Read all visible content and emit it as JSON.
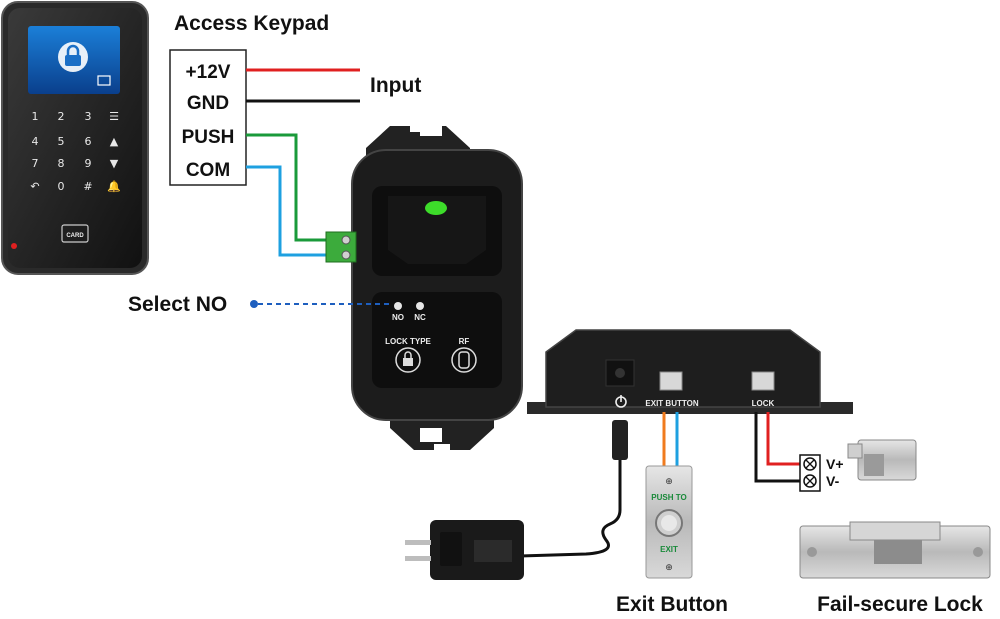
{
  "keypad": {
    "title": "Access Keypad",
    "keys": [
      "1",
      "2",
      "3",
      "☰",
      "4",
      "5",
      "6",
      "▲",
      "7",
      "8",
      "9",
      "▼",
      "↶",
      "0",
      "#",
      "🔔"
    ],
    "card_label": "CARD"
  },
  "terminals": {
    "items": [
      {
        "label": "+12V",
        "wire_color": "#e02020"
      },
      {
        "label": "GND",
        "wire_color": "#111111"
      },
      {
        "label": "PUSH",
        "wire_color": "#1a9a3a"
      },
      {
        "label": "COM",
        "wire_color": "#1ea0e0"
      }
    ],
    "input_label": "Input"
  },
  "receiver": {
    "no_label": "NO",
    "nc_label": "NC",
    "lock_type_label": "LOCK TYPE",
    "rf_label": "RF",
    "led_color": "#3ddc2a"
  },
  "select_no_label": "Select NO",
  "controller": {
    "exit_port_label": "EXIT BUTTON",
    "lock_port_label": "LOCK"
  },
  "exit_button": {
    "top_text": "PUSH TO",
    "bottom_text": "EXIT",
    "caption": "Exit Button"
  },
  "lock": {
    "v_plus": "V+",
    "v_minus": "V-",
    "caption": "Fail-secure Lock"
  }
}
